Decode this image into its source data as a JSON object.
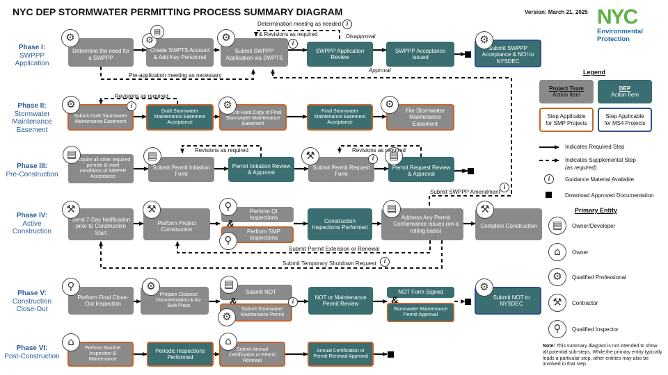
{
  "header": {
    "title": "NYC DEP STORMWATER PERMITTING PROCESS SUMMARY DIAGRAM",
    "version": "Version: March 21, 2025",
    "logo_text": "NYC",
    "logo_subtitle_1": "Environmental",
    "logo_subtitle_2": "Protection"
  },
  "phases": {
    "p1": {
      "num": "Phase I:",
      "name1": "SWPPP",
      "name2": "Application"
    },
    "p2": {
      "num": "Phase II:",
      "name1": "Stormwater",
      "name2": "Maintenance",
      "name3": "Easement"
    },
    "p3": {
      "num": "Phase III:",
      "name1": "Pre-Construction"
    },
    "p4": {
      "num": "Phase IV:",
      "name1": "Active",
      "name2": "Construction"
    },
    "p5": {
      "num": "Phase V:",
      "name1": "Construction",
      "name2": "Close-Out"
    },
    "p6": {
      "num": "Phase VI:",
      "name1": "Post-Construction"
    }
  },
  "steps": {
    "p1_determine": "Determine the need for a SWPPP",
    "p1_create": "Create SWPTS Account & Add Key Personnel",
    "p1_submit_app": "Submit SWPPP Application via SWPTS",
    "p1_review": "SWPPP Application Review",
    "p1_issued": "SWPPP Acceptance Issued",
    "p1_submit_nysdec": "Submit SWPPP Acceptance & NOI to NYSDEC",
    "p2_draft": "Submit Draft Stormwater Maintenance Easement",
    "p2_draft_accept": "Draft Stormwater Maintenance Easement Acceptance",
    "p2_hard": "Submit Hard Copy of Final Stormwater Maintenance Easement",
    "p2_final_accept": "Final Stormwater Maintenance Easement Acceptance",
    "p2_file": "File Stormwater Maintenance Easement",
    "p3_acquire": "Acquire all other required permits & meet conditions of SWPPP Acceptance",
    "p3_submit_init": "Submit Permit Initiation Form",
    "p3_init_review": "Permit Initiation Review & Approval",
    "p3_submit_req": "Submit Permit Request Form",
    "p3_req_review": "Permit Request Review & Approval",
    "p4_notify": "Send 7-Day Notification prior to Construction Start",
    "p4_perform": "Perform Project Construction",
    "p4_qi": "Perform QI Inspections",
    "p4_smp": "Perform SMP Inspections",
    "p4_inspections": "Construction Inspections Performed",
    "p4_address": "Address Any Permit Conformance Issues (on a rolling basis)",
    "p4_complete": "Complete Construction",
    "p5_closeout": "Perform Final Close-Out Inspection",
    "p5_prepare": "Prepare Closeout Documentation & As-Built Plans",
    "p5_not": "Submit NOT",
    "p5_smp": "Submit Stormwater Maintenance Permit",
    "p5_review": "NOT or Maintenance Permit Review",
    "p5_signed": "NOT Form Signed",
    "p5_smp_approval": "Stormwater Maintenance Permit Approval",
    "p5_nysdec": "Submit NOT to NYSDEC",
    "p6_routine": "Perform Routine Inspection & Maintenance",
    "p6_periodic": "Periodic Inspections Performed",
    "p6_annual": "Submit Annual Certification or Permit Renewal",
    "p6_approval": "Annual Certification or Permit Renewal Approval"
  },
  "annotations": {
    "determination": "Determination meeting as needed",
    "revisions_required": "& Revisions as required",
    "disapproval": "Disapproval",
    "approval": "Approval",
    "preapp": "Pre-application meeting as necessary",
    "p2_revisions": "Revisions as required",
    "p3_revisions_a": "Revisions as required",
    "p3_revisions_b": "Revisions as required",
    "amendment": "Submit SWPPP Amendment",
    "extension": "Submit Permit Extension or Renewal",
    "shutdown": "Submit Temporary Shutdown Request",
    "amp": "&"
  },
  "legend": {
    "title": "Legend",
    "project_team_1": "Project Team",
    "project_team_2": "Action Item",
    "dep_1": "DEP",
    "dep_2": "Action Item",
    "smp_box": "Step Applicable for SMP Projects",
    "ms4_box": "Step Applicable for MS4 Projects",
    "required": "Indicates Required Step",
    "supplemental_1": "Indicates Supplemental Step",
    "supplemental_2": "(as required)",
    "guidance": "Guidance Material Available",
    "download": "Download Approved Documentation",
    "primary_entity": "Primary Entity",
    "entities": [
      "Owner/Developer",
      "Owner",
      "Qualified Professional",
      "Contractor",
      "Qualified Inspector"
    ]
  },
  "note": {
    "label": "Note:",
    "text": "This summary diagram is not intended to show all potential sub-steps. While the primary entity typically leads a particular step, other entities may also be involved in that step."
  },
  "icons": {
    "owner_developer": "document-icon",
    "owner": "house-icon",
    "qualified_professional": "gear-icon",
    "contractor": "hammer-icon",
    "qualified_inspector": "magnifier-icon"
  },
  "colors": {
    "project_team": "#8a8a8a",
    "dep": "#3a6e70",
    "smp_border": "#c8632a",
    "ms4_border": "#2f4f8f",
    "phase_text": "#2c5c96",
    "logo_green": "#5fb146",
    "logo_blue": "#1e6aa8"
  }
}
